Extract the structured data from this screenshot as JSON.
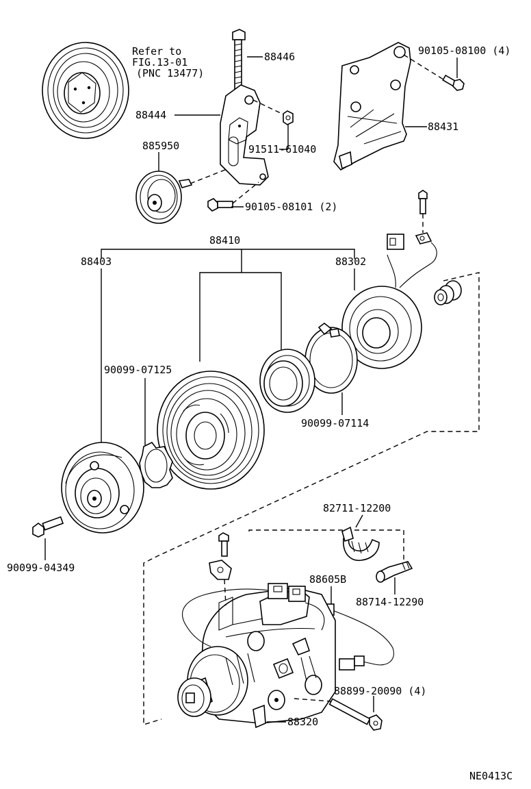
{
  "diagram": {
    "reference_note": [
      "Refer to",
      "FIG.13-01",
      "(PNC 13477)"
    ],
    "figure_code": "NE0413C",
    "labels": {
      "p88446": "88446",
      "p90105_08100": "90105-08100 (4)",
      "p88444": "88444",
      "p88431": "88431",
      "p91511_61040": "91511-61040",
      "p885950": "885950",
      "p90105_08101": "90105-08101 (2)",
      "p88410": "88410",
      "p88403": "88403",
      "p88302": "88302",
      "p90099_07125": "90099-07125",
      "p90099_07114": "90099-07114",
      "p90099_04349": "90099-04349",
      "p82711_12200": "82711-12200",
      "p88605B": "88605B",
      "p88714_12290": "88714-12290",
      "p88899_20090": "88899-20090 (4)",
      "p88320": "88320"
    }
  }
}
